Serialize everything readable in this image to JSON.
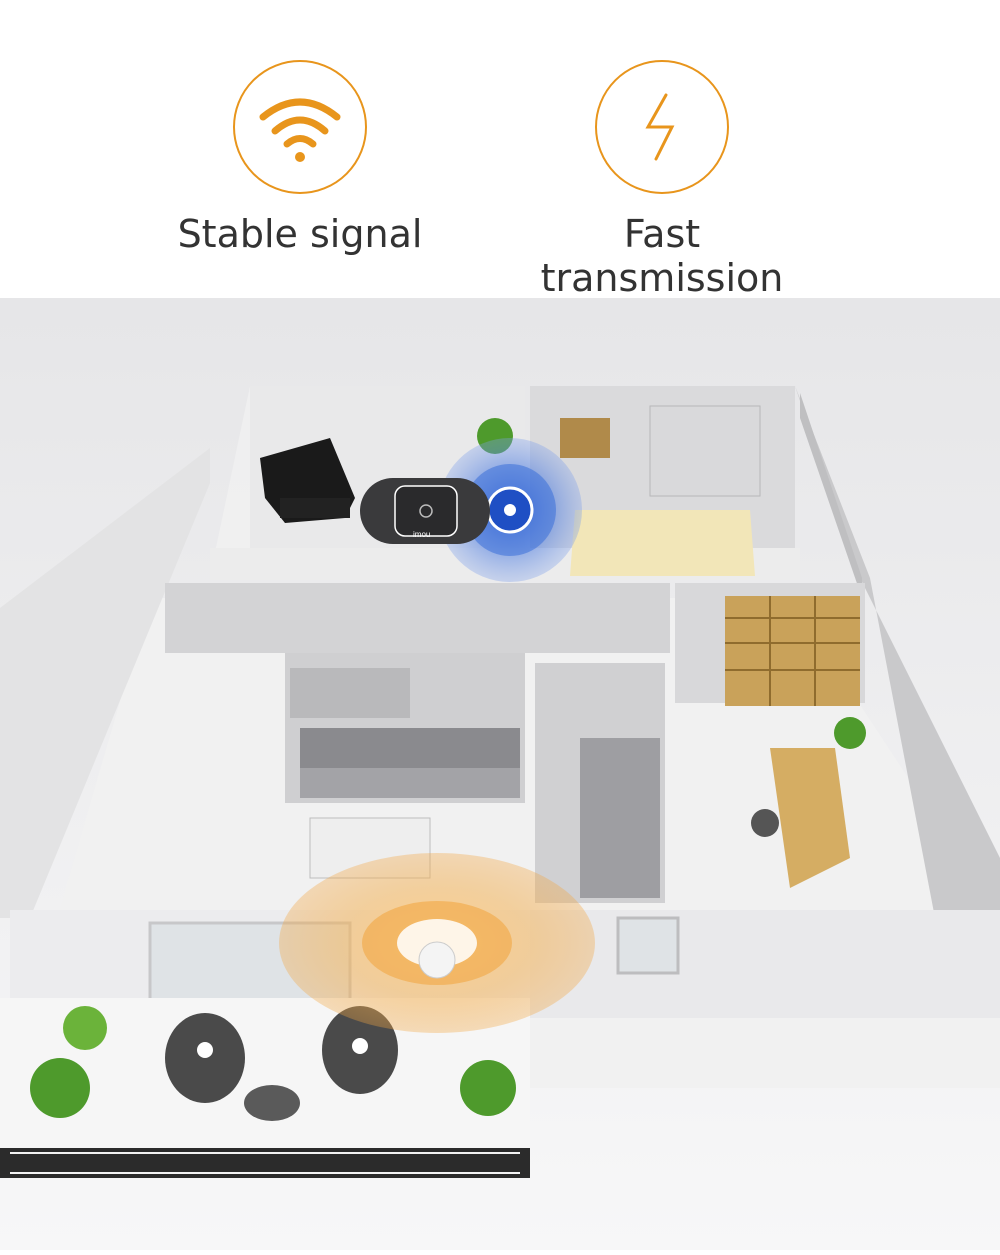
{
  "features": [
    {
      "label": "Stable signal",
      "icon": "wifi-icon"
    },
    {
      "label": "Fast transmission",
      "icon": "lightning-icon"
    }
  ],
  "hub": {
    "brand": "imou"
  },
  "colors": {
    "accent": "#e8951c",
    "signal_blue": "#3a6fd8",
    "signal_orange": "#f2a642"
  }
}
